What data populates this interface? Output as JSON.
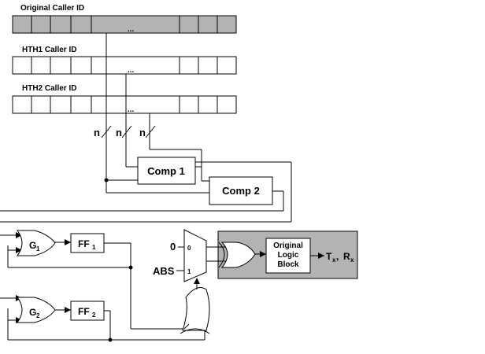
{
  "registers": {
    "original": {
      "label": "Original Caller ID",
      "ellipsis": "..."
    },
    "hth1": {
      "label": "HTH1 Caller ID",
      "ellipsis": "..."
    },
    "hth2": {
      "label": "HTH2 Caller ID",
      "ellipsis": "..."
    }
  },
  "buses": {
    "width_label": "n"
  },
  "comparators": {
    "comp1": "Comp 1",
    "comp2": "Comp 2"
  },
  "gates": {
    "g1": "G",
    "g1_sub": "1",
    "g2": "G",
    "g2_sub": "2"
  },
  "flipflops": {
    "ff1": "FF",
    "ff1_sub": "1",
    "ff2": "FF",
    "ff2_sub": "2"
  },
  "mux": {
    "in0": "0",
    "in1": "ABS",
    "sel0": "0",
    "sel1": "1"
  },
  "logic_block": {
    "line1": "Original",
    "line2": "Logic",
    "line3": "Block"
  },
  "outputs": {
    "tx": "T",
    "tx_sub": "x",
    "sep": ", ",
    "rx": "R",
    "rx_sub": "x"
  },
  "colors": {
    "register_fill": "#b3b3b3",
    "block_fill": "#b3b3b3"
  }
}
